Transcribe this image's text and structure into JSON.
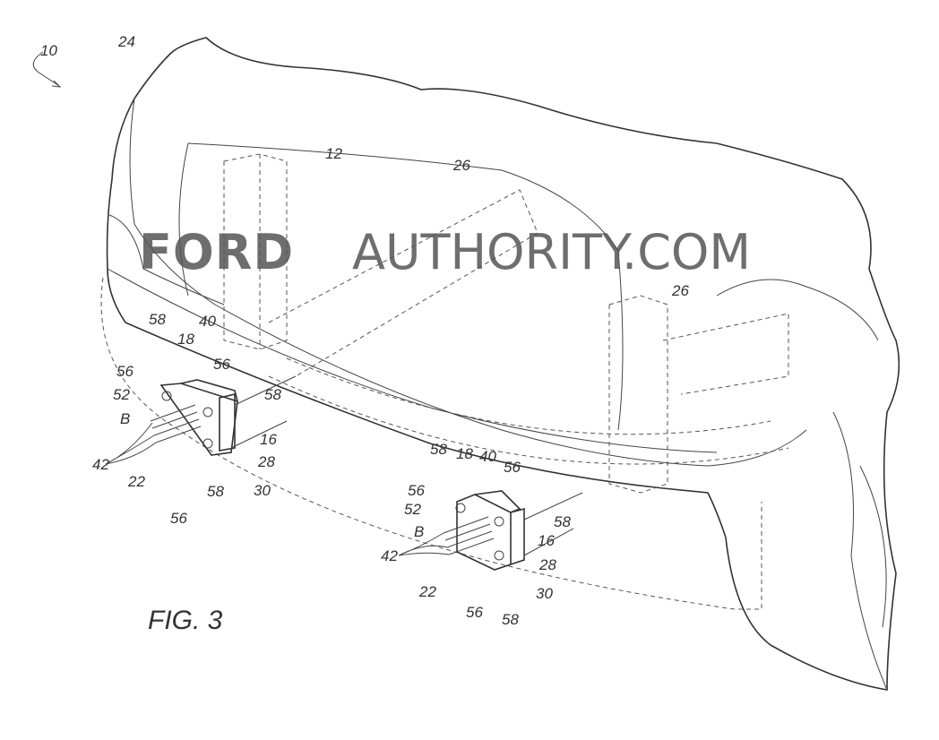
{
  "figure": {
    "title": "FIG. 3"
  },
  "watermark": {
    "brand": "FORD",
    "rest": "AUTHORITY.COM"
  },
  "labels": {
    "main": [
      "10",
      "24",
      "12",
      "26",
      "26"
    ],
    "left": [
      "58",
      "40",
      "18",
      "56",
      "56",
      "52",
      "B",
      "58",
      "16",
      "28",
      "30",
      "42",
      "22",
      "58",
      "56"
    ],
    "right": [
      "58",
      "18",
      "40",
      "56",
      "56",
      "52",
      "B",
      "58",
      "16",
      "28",
      "30",
      "42",
      "22",
      "56",
      "58"
    ]
  }
}
